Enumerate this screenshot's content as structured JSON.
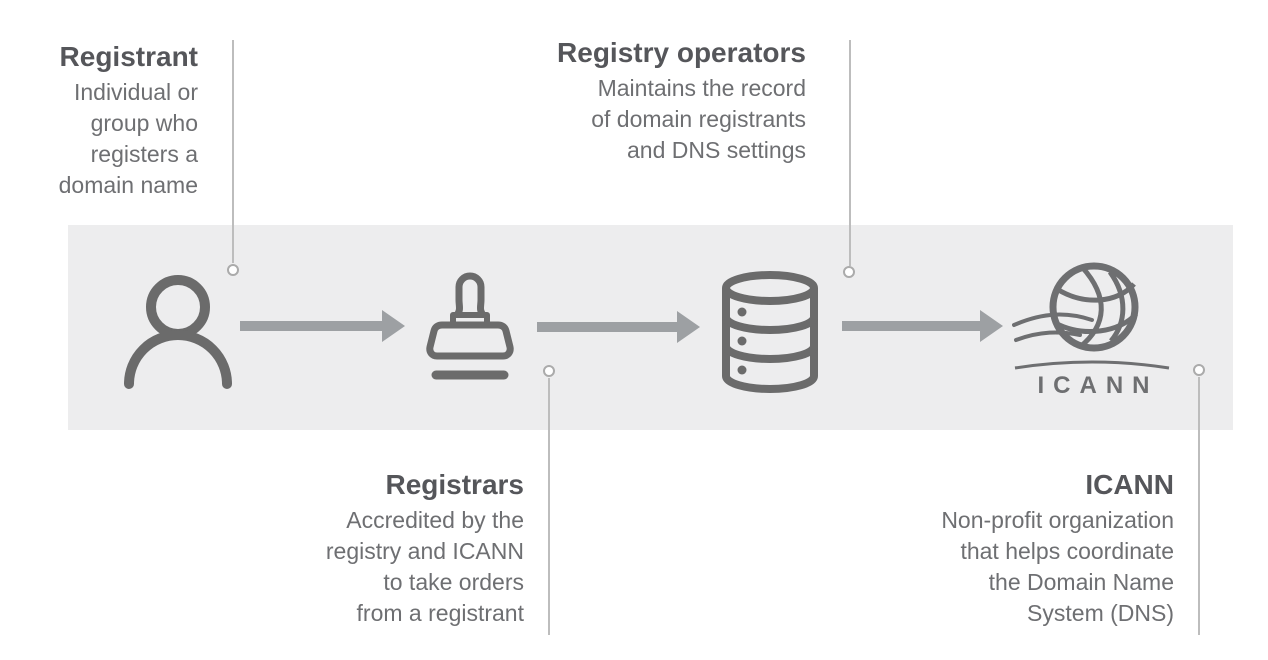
{
  "diagram_type": "domain-registration-flow",
  "flow_order": [
    "Registrant",
    "Registrars",
    "Registry operators",
    "ICANN"
  ],
  "callouts": {
    "registrant": {
      "title": "Registrant",
      "description": [
        "Individual or",
        "group who",
        "registers a",
        "domain name"
      ]
    },
    "registrars": {
      "title": "Registrars",
      "description": [
        "Accredited by the",
        "registry and ICANN",
        "to take orders",
        "from a registrant"
      ]
    },
    "registry_operators": {
      "title": "Registry operators",
      "description": [
        "Maintains the record",
        "of domain registrants",
        "and DNS settings"
      ]
    },
    "icann": {
      "title": "ICANN",
      "description": [
        "Non-profit organization",
        "that helps coordinate",
        "the Domain Name",
        "System (DNS)"
      ]
    }
  },
  "icons": {
    "registrant": "person-icon",
    "registrars": "stamp-icon",
    "registry_operators": "database-icon",
    "icann": "icann-globe-logo"
  },
  "icann_logo": {
    "wordmark": "ICANN"
  },
  "colors": {
    "band_background": "#EDEDEE",
    "icon_gray": "#6B6B6B",
    "arrow_gray": "#9DA0A3",
    "title_text": "#55565A",
    "body_text": "#6E6F72",
    "leader_line": "#BDBDBD"
  }
}
